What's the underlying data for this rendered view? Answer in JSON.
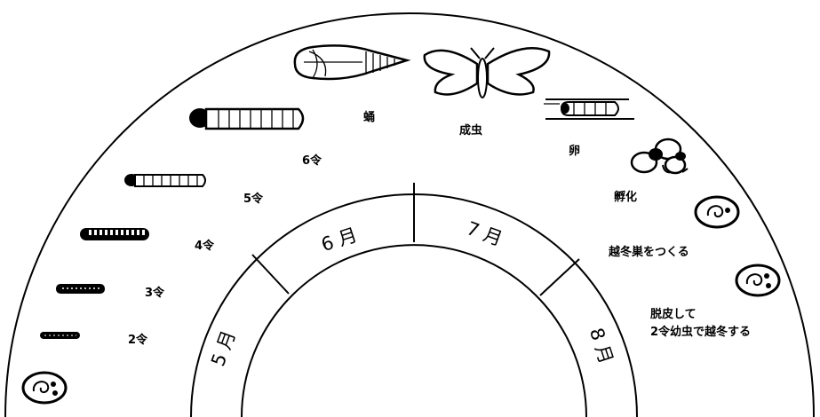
{
  "stages": {
    "pupa": "蛹",
    "adult": "成虫",
    "egg": "卵",
    "hatch": "孵化",
    "build_nest": "越冬巣をつくる",
    "molt_line1": "脱皮して",
    "molt_line2": "2令幼虫で越冬する",
    "instar_6": "6令",
    "instar_5": "5令",
    "instar_4": "4令",
    "instar_3": "3令",
    "instar_2": "2令"
  },
  "months": {
    "may": "5 月",
    "june": "6 月",
    "july": "7 月",
    "august": "8 月"
  },
  "icons": [
    "hibernaculum-icon",
    "larva-icon",
    "pupa-icon",
    "moth-icon",
    "egg-mass-icon",
    "hatchling-icon"
  ]
}
